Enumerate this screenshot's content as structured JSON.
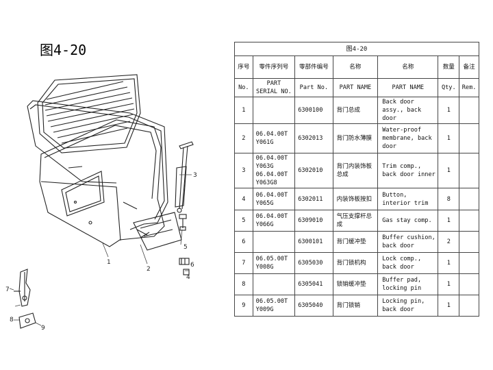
{
  "figure": {
    "title": "图4-20"
  },
  "table": {
    "caption": "图4-20",
    "header_cn": [
      "序号",
      "零件序列号",
      "零部件编号",
      "名称",
      "名称",
      "数量",
      "备注"
    ],
    "header_en": [
      "No.",
      "PART SERIAL NO.",
      "Part No.",
      "PART NAME",
      "PART NAME",
      "Qty.",
      "Rem."
    ],
    "rows": [
      {
        "no": "1",
        "serial": "",
        "part_no": "6300100",
        "name_cn": "背门总成",
        "name_en": "Back door assy., back door",
        "qty": "1",
        "rem": ""
      },
      {
        "no": "2",
        "serial": "06.04.00T Y061G",
        "part_no": "6302013",
        "name_cn": "背门防水薄膜",
        "name_en": "Water-proof membrane, back door",
        "qty": "1",
        "rem": ""
      },
      {
        "no": "3",
        "serial": "06.04.00T Y063G 06.04.00T Y063G8",
        "part_no": "6302010",
        "name_cn": "背门内装饰板总成",
        "name_en": "Trim comp., back door inner",
        "qty": "1",
        "rem": ""
      },
      {
        "no": "4",
        "serial": "06.04.00T Y065G",
        "part_no": "6302011",
        "name_cn": "内装饰板按扣",
        "name_en": "Button, interior trim",
        "qty": "8",
        "rem": ""
      },
      {
        "no": "5",
        "serial": "06.04.00T Y066G",
        "part_no": "6309010",
        "name_cn": "气压支撑杆总成",
        "name_en": "Gas stay comp.",
        "qty": "1",
        "rem": ""
      },
      {
        "no": "6",
        "serial": "",
        "part_no": "6300101",
        "name_cn": "背门缓冲垫",
        "name_en": "Buffer cushion, back door",
        "qty": "2",
        "rem": ""
      },
      {
        "no": "7",
        "serial": "06.05.00T Y008G",
        "part_no": "6305030",
        "name_cn": "背门锁机构",
        "name_en": "Lock comp., back door",
        "qty": "1",
        "rem": ""
      },
      {
        "no": "8",
        "serial": "",
        "part_no": "6305041",
        "name_cn": "锁销缓冲垫",
        "name_en": "Buffer pad, locking pin",
        "qty": "1",
        "rem": ""
      },
      {
        "no": "9",
        "serial": "06.05.00T Y009G",
        "part_no": "6305040",
        "name_cn": "背门锁销",
        "name_en": "Locking pin, back door",
        "qty": "1",
        "rem": ""
      }
    ]
  },
  "diagram": {
    "callouts": [
      "1",
      "2",
      "3",
      "4",
      "5",
      "6",
      "7",
      "8",
      "9"
    ]
  }
}
